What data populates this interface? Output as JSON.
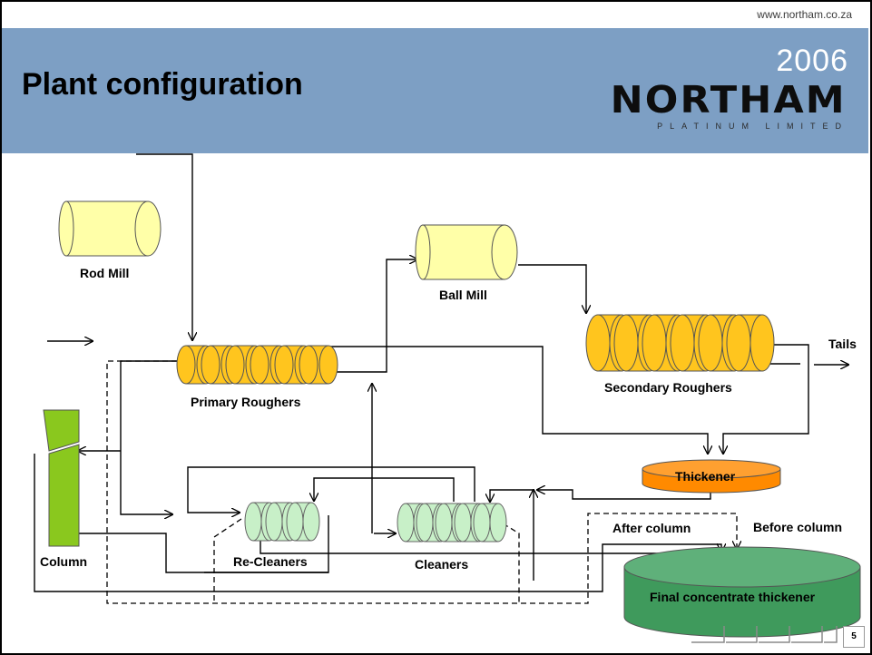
{
  "header": {
    "url": "www.northam.co.za",
    "title": "Plant configuration",
    "year": "2006",
    "brand": "NORTHAM",
    "brand_sub": "PLATINUM LIMITED"
  },
  "diagram": {
    "rod_mill": "Rod Mill",
    "ball_mill": "Ball Mill",
    "primary_roughers": "Primary Roughers",
    "secondary_roughers": "Secondary Roughers",
    "tails": "Tails",
    "thickener": "Thickener",
    "column": "Column",
    "re_cleaners": "Re-Cleaners",
    "cleaners": "Cleaners",
    "after_column": "After column",
    "before_column": "Before column",
    "final_thickener": "Final  concentrate thickener"
  },
  "page_number": "5",
  "colors": {
    "header_bg": "#7d9fc4",
    "mill": "#ffffa8",
    "rougher": "#ffc51e",
    "thickener": "#ff8a00",
    "column": "#8ac81e",
    "cleaner": "#c8f0c8",
    "final_thickener": "#3f9a5c"
  }
}
